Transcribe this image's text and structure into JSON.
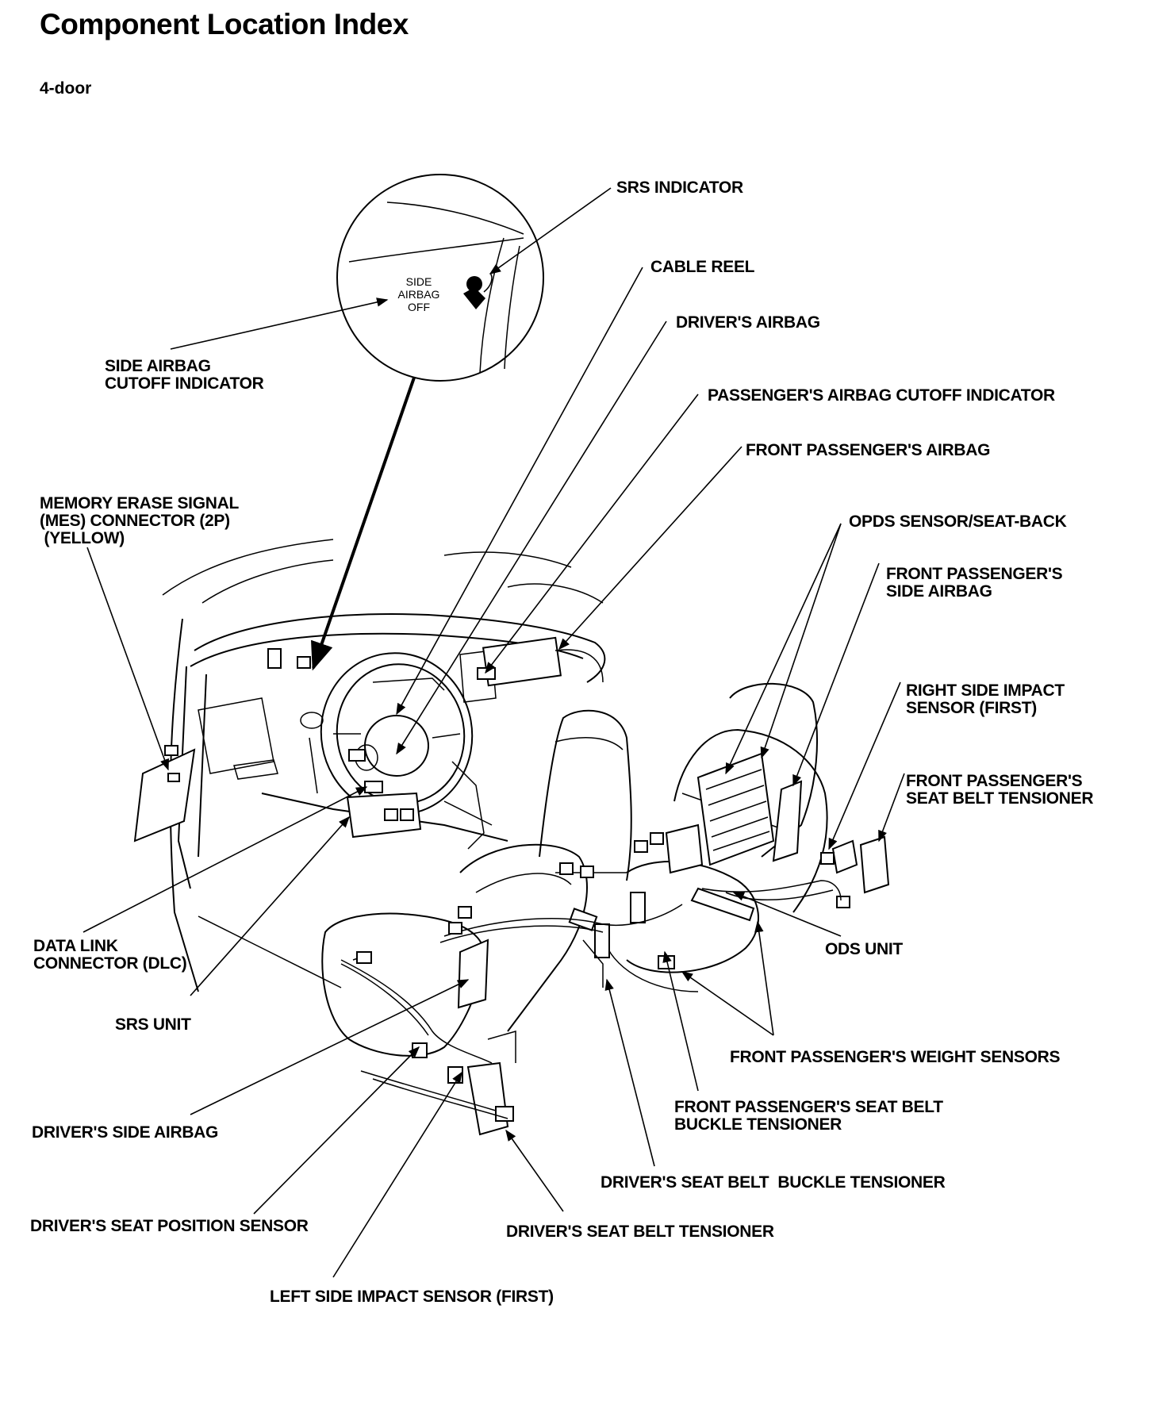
{
  "title": "Component Location Index",
  "subtitle": "4-door",
  "inset": {
    "text_line1": "SIDE",
    "text_line2": "AIRBAG",
    "text_line3": "OFF"
  },
  "labels": {
    "srs_indicator": "SRS INDICATOR",
    "cable_reel": "CABLE REEL",
    "drivers_airbag": "DRIVER'S AIRBAG",
    "passengers_airbag_cutoff_indicator": "PASSENGER'S AIRBAG CUTOFF INDICATOR",
    "front_passengers_airbag": "FRONT PASSENGER'S AIRBAG",
    "opds_sensor": "OPDS SENSOR/SEAT-BACK",
    "front_passengers_side_airbag": "FRONT PASSENGER'S\nSIDE AIRBAG",
    "right_side_impact_sensor": "RIGHT SIDE IMPACT\nSENSOR (FIRST)",
    "front_passengers_seat_belt_tensioner": "FRONT PASSENGER'S\nSEAT BELT TENSIONER",
    "ods_unit": "ODS UNIT",
    "front_passengers_weight_sensors": "FRONT PASSENGER'S WEIGHT SENSORS",
    "front_passengers_seat_belt_buckle_tensioner": "FRONT PASSENGER'S SEAT BELT\nBUCKLE TENSIONER",
    "drivers_seat_belt_buckle_tensioner": "DRIVER'S SEAT BELT  BUCKLE TENSIONER",
    "drivers_seat_belt_tensioner": "DRIVER'S SEAT BELT TENSIONER",
    "left_side_impact_sensor": "LEFT SIDE IMPACT SENSOR (FIRST)",
    "drivers_seat_position_sensor": "DRIVER'S SEAT POSITION SENSOR",
    "drivers_side_airbag": "DRIVER'S SIDE AIRBAG",
    "srs_unit": "SRS UNIT",
    "data_link_connector": "DATA LINK\nCONNECTOR (DLC)",
    "memory_erase_signal_connector": "MEMORY ERASE SIGNAL\n(MES) CONNECTOR (2P)\n (YELLOW)",
    "side_airbag_cutoff_indicator": "SIDE AIRBAG\nCUTOFF INDICATOR"
  }
}
